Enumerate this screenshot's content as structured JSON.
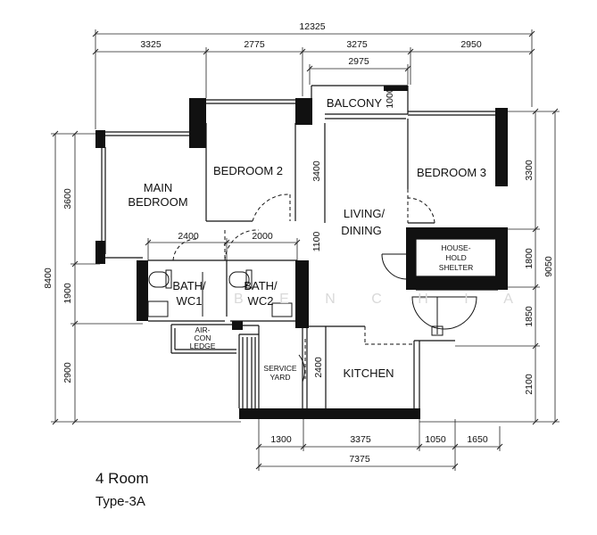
{
  "plan": {
    "overall_width": "12325",
    "top_dims": [
      "3325",
      "2775",
      "3275",
      "2950"
    ],
    "balcony_width": "2975",
    "inner_dims": [
      "2400",
      "2000"
    ],
    "bottom_dims": [
      "1300",
      "3375",
      "1050",
      "1650"
    ],
    "bottom_total": "7375",
    "left_dims": [
      "3600",
      "1900",
      "2900"
    ],
    "left_total": "8400",
    "right_dims": [
      "3300",
      "1800",
      "1850",
      "2100"
    ],
    "right_total": "9050",
    "interior_dims": {
      "balcony_depth": "1000",
      "living_a": "3400",
      "living_b": "1100",
      "service": "2400"
    }
  },
  "rooms": {
    "main_bedroom": [
      "MAIN",
      "BEDROOM"
    ],
    "bedroom2": "BEDROOM 2",
    "bedroom3": "BEDROOM 3",
    "balcony": "BALCONY",
    "living_dining": [
      "LIVING/",
      "DINING"
    ],
    "shelter": [
      "HOUSE-",
      "HOLD",
      "SHELTER"
    ],
    "bath1": [
      "BATH/",
      "WC1"
    ],
    "bath2": [
      "BATH/",
      "WC2"
    ],
    "aircon": [
      "AIR-",
      "CON",
      "LEDGE"
    ],
    "service_yard": [
      "SERVICE",
      "YARD"
    ],
    "kitchen": "KITCHEN"
  },
  "watermark": "B E N C H I A",
  "caption": {
    "title": "4 Room",
    "type": "Type-3A"
  }
}
